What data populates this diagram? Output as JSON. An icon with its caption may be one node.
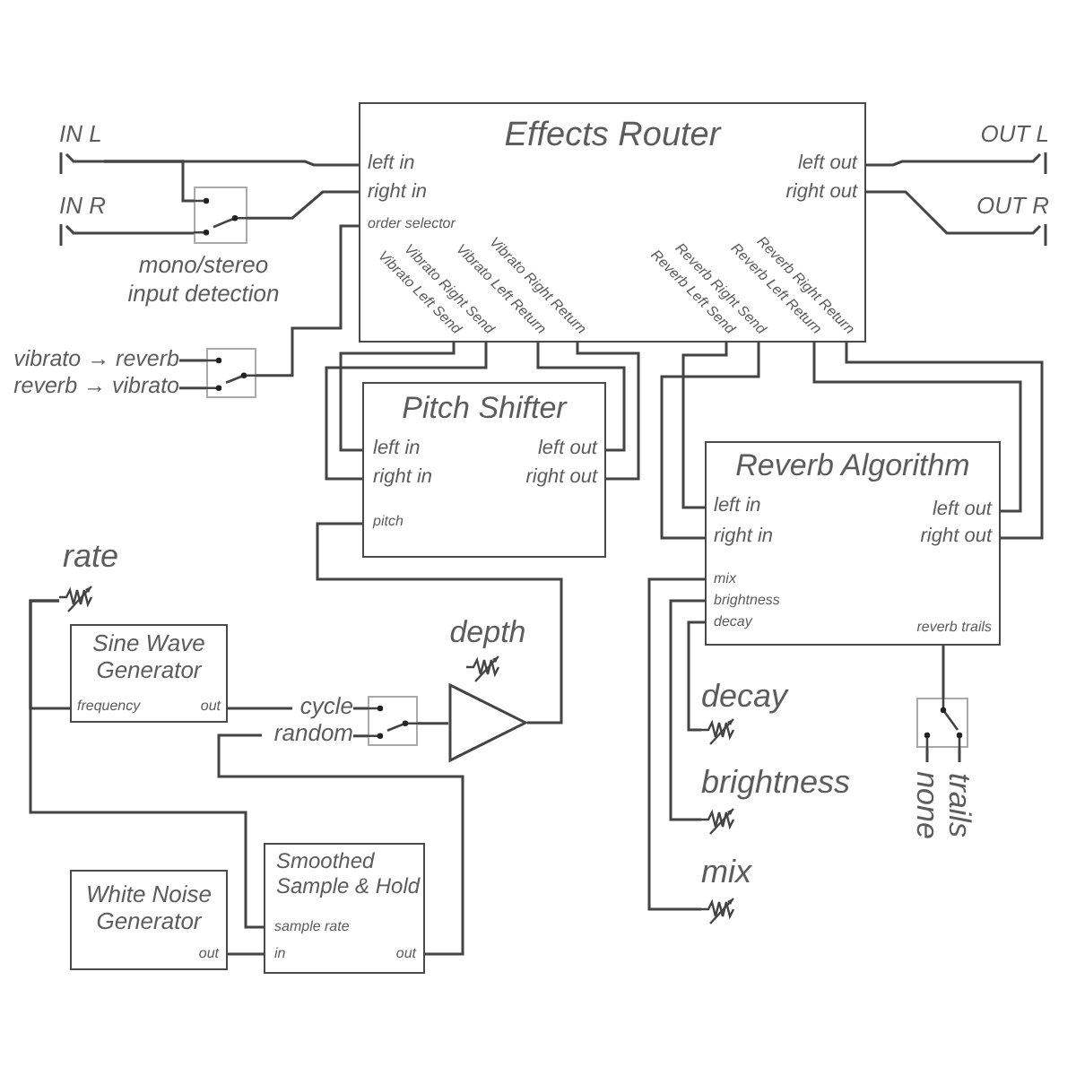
{
  "diagram": {
    "nodes": [
      {
        "text": [
          "Effects Router",
          "left in",
          "right in",
          "order selector",
          "Vibrato Left Send",
          "Vibrato Right Send",
          "Vibrato Left Return",
          "Vibrato Right Return",
          "Reverb Left Send",
          "Reverb Right Send",
          "Reverb Left Return",
          "Reverb Right Return",
          "left out",
          "right out"
        ]
      },
      {
        "text": [
          "Pitch Shifter",
          "left in",
          "right in",
          "pitch",
          "left out",
          "right out"
        ]
      },
      {
        "text": [
          "Reverb Algorithm",
          "left in",
          "right in",
          "mix",
          "brightness",
          "decay",
          "left out",
          "right out",
          "reverb trails"
        ]
      },
      {
        "text": [
          "Sine Wave Generator",
          "frequency",
          "out"
        ]
      },
      {
        "text": [
          "Smoothed Sample & Hold",
          "sample rate",
          "in",
          "out"
        ]
      },
      {
        "text": [
          "White Noise Generator",
          "out"
        ]
      },
      {
        "text": [
          "IN L"
        ]
      },
      {
        "text": [
          "IN R"
        ]
      },
      {
        "text": [
          "OUT L"
        ]
      },
      {
        "text": [
          "OUT R"
        ]
      },
      {
        "text": [],
        "shape": "switch",
        "beside": [
          "mono/stereo input detection"
        ]
      },
      {
        "text": [],
        "shape": "switch"
      },
      {
        "text": [
          "vibrato → reverb"
        ]
      },
      {
        "text": [
          "reverb → vibrato"
        ]
      },
      {
        "text": [
          "rate"
        ]
      },
      {
        "text": [
          "depth"
        ]
      },
      {
        "text": [],
        "shape": "switch"
      },
      {
        "text": [
          "cycle"
        ]
      },
      {
        "text": [
          "random"
        ]
      },
      {
        "text": [
          "decay"
        ]
      },
      {
        "text": [
          "brightness"
        ]
      },
      {
        "text": [
          "mix"
        ]
      },
      {
        "text": [],
        "shape": "switch"
      },
      {
        "text": [
          "none"
        ]
      },
      {
        "text": [
          "trails"
        ]
      }
    ],
    "edges": [
      {
        "from": 6,
        "to": 0,
        "arrow": "none"
      },
      {
        "from": 6,
        "to": 10,
        "arrow": "none"
      },
      {
        "from": 7,
        "to": 10,
        "arrow": "none"
      },
      {
        "from": 10,
        "to": 0,
        "arrow": "none"
      },
      {
        "from": 12,
        "to": 11,
        "arrow": "none"
      },
      {
        "from": 13,
        "to": 11,
        "arrow": "none"
      },
      {
        "from": 11,
        "to": 0,
        "arrow": "none"
      },
      {
        "from": 0,
        "to": 8,
        "arrow": "none"
      },
      {
        "from": 0,
        "to": 9,
        "arrow": "none"
      },
      {
        "from": 0,
        "to": 1,
        "arrow": "none"
      },
      {
        "from": 0,
        "to": 1,
        "arrow": "none"
      },
      {
        "from": 1,
        "to": 0,
        "arrow": "none"
      },
      {
        "from": 1,
        "to": 0,
        "arrow": "none"
      },
      {
        "from": 0,
        "to": 2,
        "arrow": "none"
      },
      {
        "from": 0,
        "to": 2,
        "arrow": "none"
      },
      {
        "from": 2,
        "to": 0,
        "arrow": "none"
      },
      {
        "from": 2,
        "to": 0,
        "arrow": "none"
      },
      {
        "from": 14,
        "to": 3,
        "arrow": "none"
      },
      {
        "from": 14,
        "to": 4,
        "arrow": "none"
      },
      {
        "from": 3,
        "to": 17,
        "arrow": "none"
      },
      {
        "from": 17,
        "to": 16,
        "arrow": "none"
      },
      {
        "from": 18,
        "to": 16,
        "arrow": "none"
      },
      {
        "from": 16,
        "to": 15,
        "arrow": "none"
      },
      {
        "from": 15,
        "to": 1,
        "arrow": "none"
      },
      {
        "from": 5,
        "to": 4,
        "arrow": "none"
      },
      {
        "from": 4,
        "to": 18,
        "arrow": "none"
      },
      {
        "from": 19,
        "to": 2,
        "arrow": "none"
      },
      {
        "from": 20,
        "to": 2,
        "arrow": "none"
      },
      {
        "from": 21,
        "to": 2,
        "arrow": "none"
      },
      {
        "from": 2,
        "to": 22,
        "arrow": "none"
      },
      {
        "from": 23,
        "to": 22,
        "arrow": "none"
      },
      {
        "from": 24,
        "to": 22,
        "arrow": "none"
      }
    ]
  }
}
